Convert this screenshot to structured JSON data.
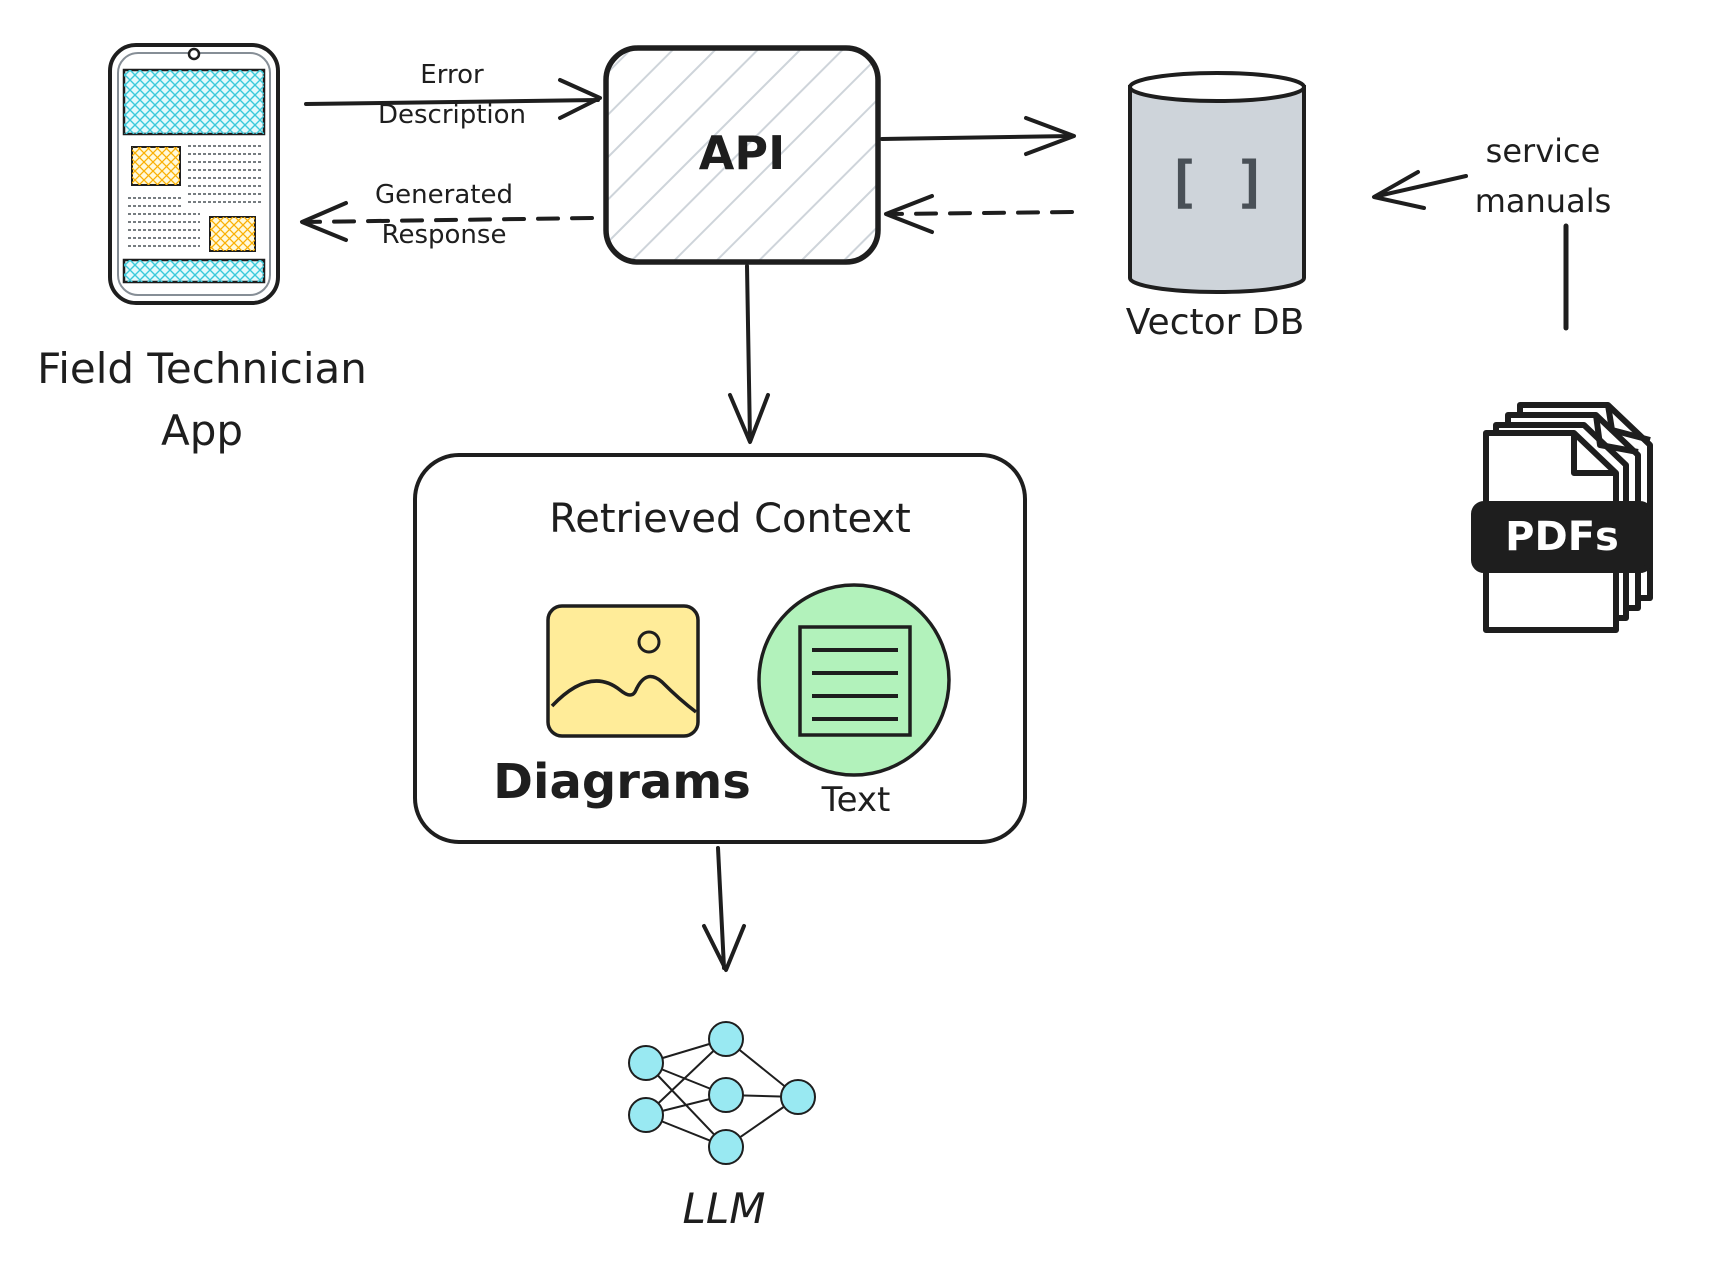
{
  "app": {
    "name": "Field Technician App",
    "line1": "Field Technician",
    "line2": "App"
  },
  "api": {
    "label": "API"
  },
  "vector_db": {
    "label": "Vector DB",
    "icon_glyph": "[ ]"
  },
  "edges": {
    "error_line1": "Error",
    "error_line2": "Description",
    "response_line1": "Generated",
    "response_line2": "Response",
    "manuals_line1": "service",
    "manuals_line2": "manuals"
  },
  "pdfs": {
    "label": "PDFs"
  },
  "context": {
    "title": "Retrieved Context",
    "diagrams_label": "Diagrams",
    "text_label": "Text"
  },
  "llm": {
    "label": "LLM"
  },
  "icons": {
    "phone": "phone-icon",
    "database": "database-icon",
    "pdf_stack": "pdf-stack-icon",
    "image": "image-icon",
    "document": "document-icon",
    "neural_network": "neural-network-icon"
  },
  "colors": {
    "stroke": "#1e1e1e",
    "api_hatch": "#ced4da",
    "db_fill": "#ced4da",
    "phone_teal": "#3bc9db",
    "phone_yellow": "#fab005",
    "image_fill": "#ffec99",
    "text_fill": "#b2f2bb",
    "llm_node": "#99e9f2"
  }
}
